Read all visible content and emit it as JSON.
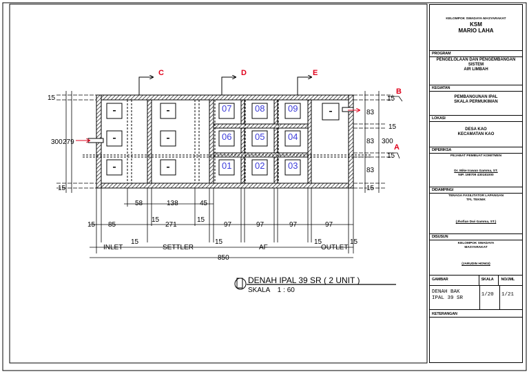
{
  "title_block": {
    "org": [
      "KELOMPOK SWADAYA MASYARAKAT",
      "KSM",
      "MARIO LAHA"
    ],
    "program_label": "PROGRAM",
    "program": [
      "PENGELOLAAN DAN PENGEMBANGAN",
      "SISTEM",
      "AIR LIMBAH"
    ],
    "activity_label": "KEGIATAN",
    "activity": [
      "PEMBANGUNAN IPAL",
      "SKALA PERMUKIMAN"
    ],
    "location_label": "LOKASI",
    "location": [
      "DESA KAO",
      "KECAMATAN KAO"
    ],
    "ppk_label": "DIPERIKSA",
    "ppk_title": "PEJABAT PEMBUAT KOMITMEN",
    "ppk_name": "Dr. Mike Irawan Gamma, ST.",
    "ppk_nip": "NIP. 198709 430181000",
    "facilitator_label": "DIDAMPINGI",
    "facilitator": [
      "TENAGA FASILITATOR LAPANGAN",
      "TFL TEKNIK"
    ],
    "facilitator_name": "(Jhofian Dwi Gamma, ST.)",
    "designer_label": "DISUSUN",
    "designer": [
      "KELOMPOK SWADAYA",
      "MASYARAKAT"
    ],
    "designer_name": "(JARUDIN HONGI)",
    "col_headers": [
      "GAMBAR",
      "SKALA",
      "NO/JML"
    ],
    "drawing_name": [
      "DENAH BAK",
      "IPAL 39 SR"
    ],
    "scale": "1/20",
    "sheet_no": "1/21",
    "notes_label": "KETERANGAN"
  },
  "drawing": {
    "title": "DENAH IPAL 39 SR ( 2 UNIT )",
    "scale": "SKALA    1 : 60",
    "section_labels": [
      "C",
      "D",
      "E"
    ],
    "side_labels": [
      "B",
      "A"
    ],
    "chamber_labels": [
      "07",
      "08",
      "09",
      "06",
      "05",
      "04",
      "01",
      "02",
      "03"
    ],
    "left_dims": [
      "15",
      "300",
      "279",
      "15"
    ],
    "right_dims": [
      "15",
      "83",
      "15",
      "83",
      "300",
      "15",
      "83",
      "15"
    ],
    "dims_row1": [
      "58",
      "138",
      "45"
    ],
    "dims_row2": [
      "15",
      "85",
      "15",
      "271",
      "15",
      "97",
      "97",
      "97",
      "97"
    ],
    "dims_row3": [
      "15",
      "15",
      "15",
      "15"
    ],
    "zone_labels": [
      "INLET",
      "SETTLER",
      "AF",
      "OUTLET"
    ],
    "total_length": "850"
  }
}
